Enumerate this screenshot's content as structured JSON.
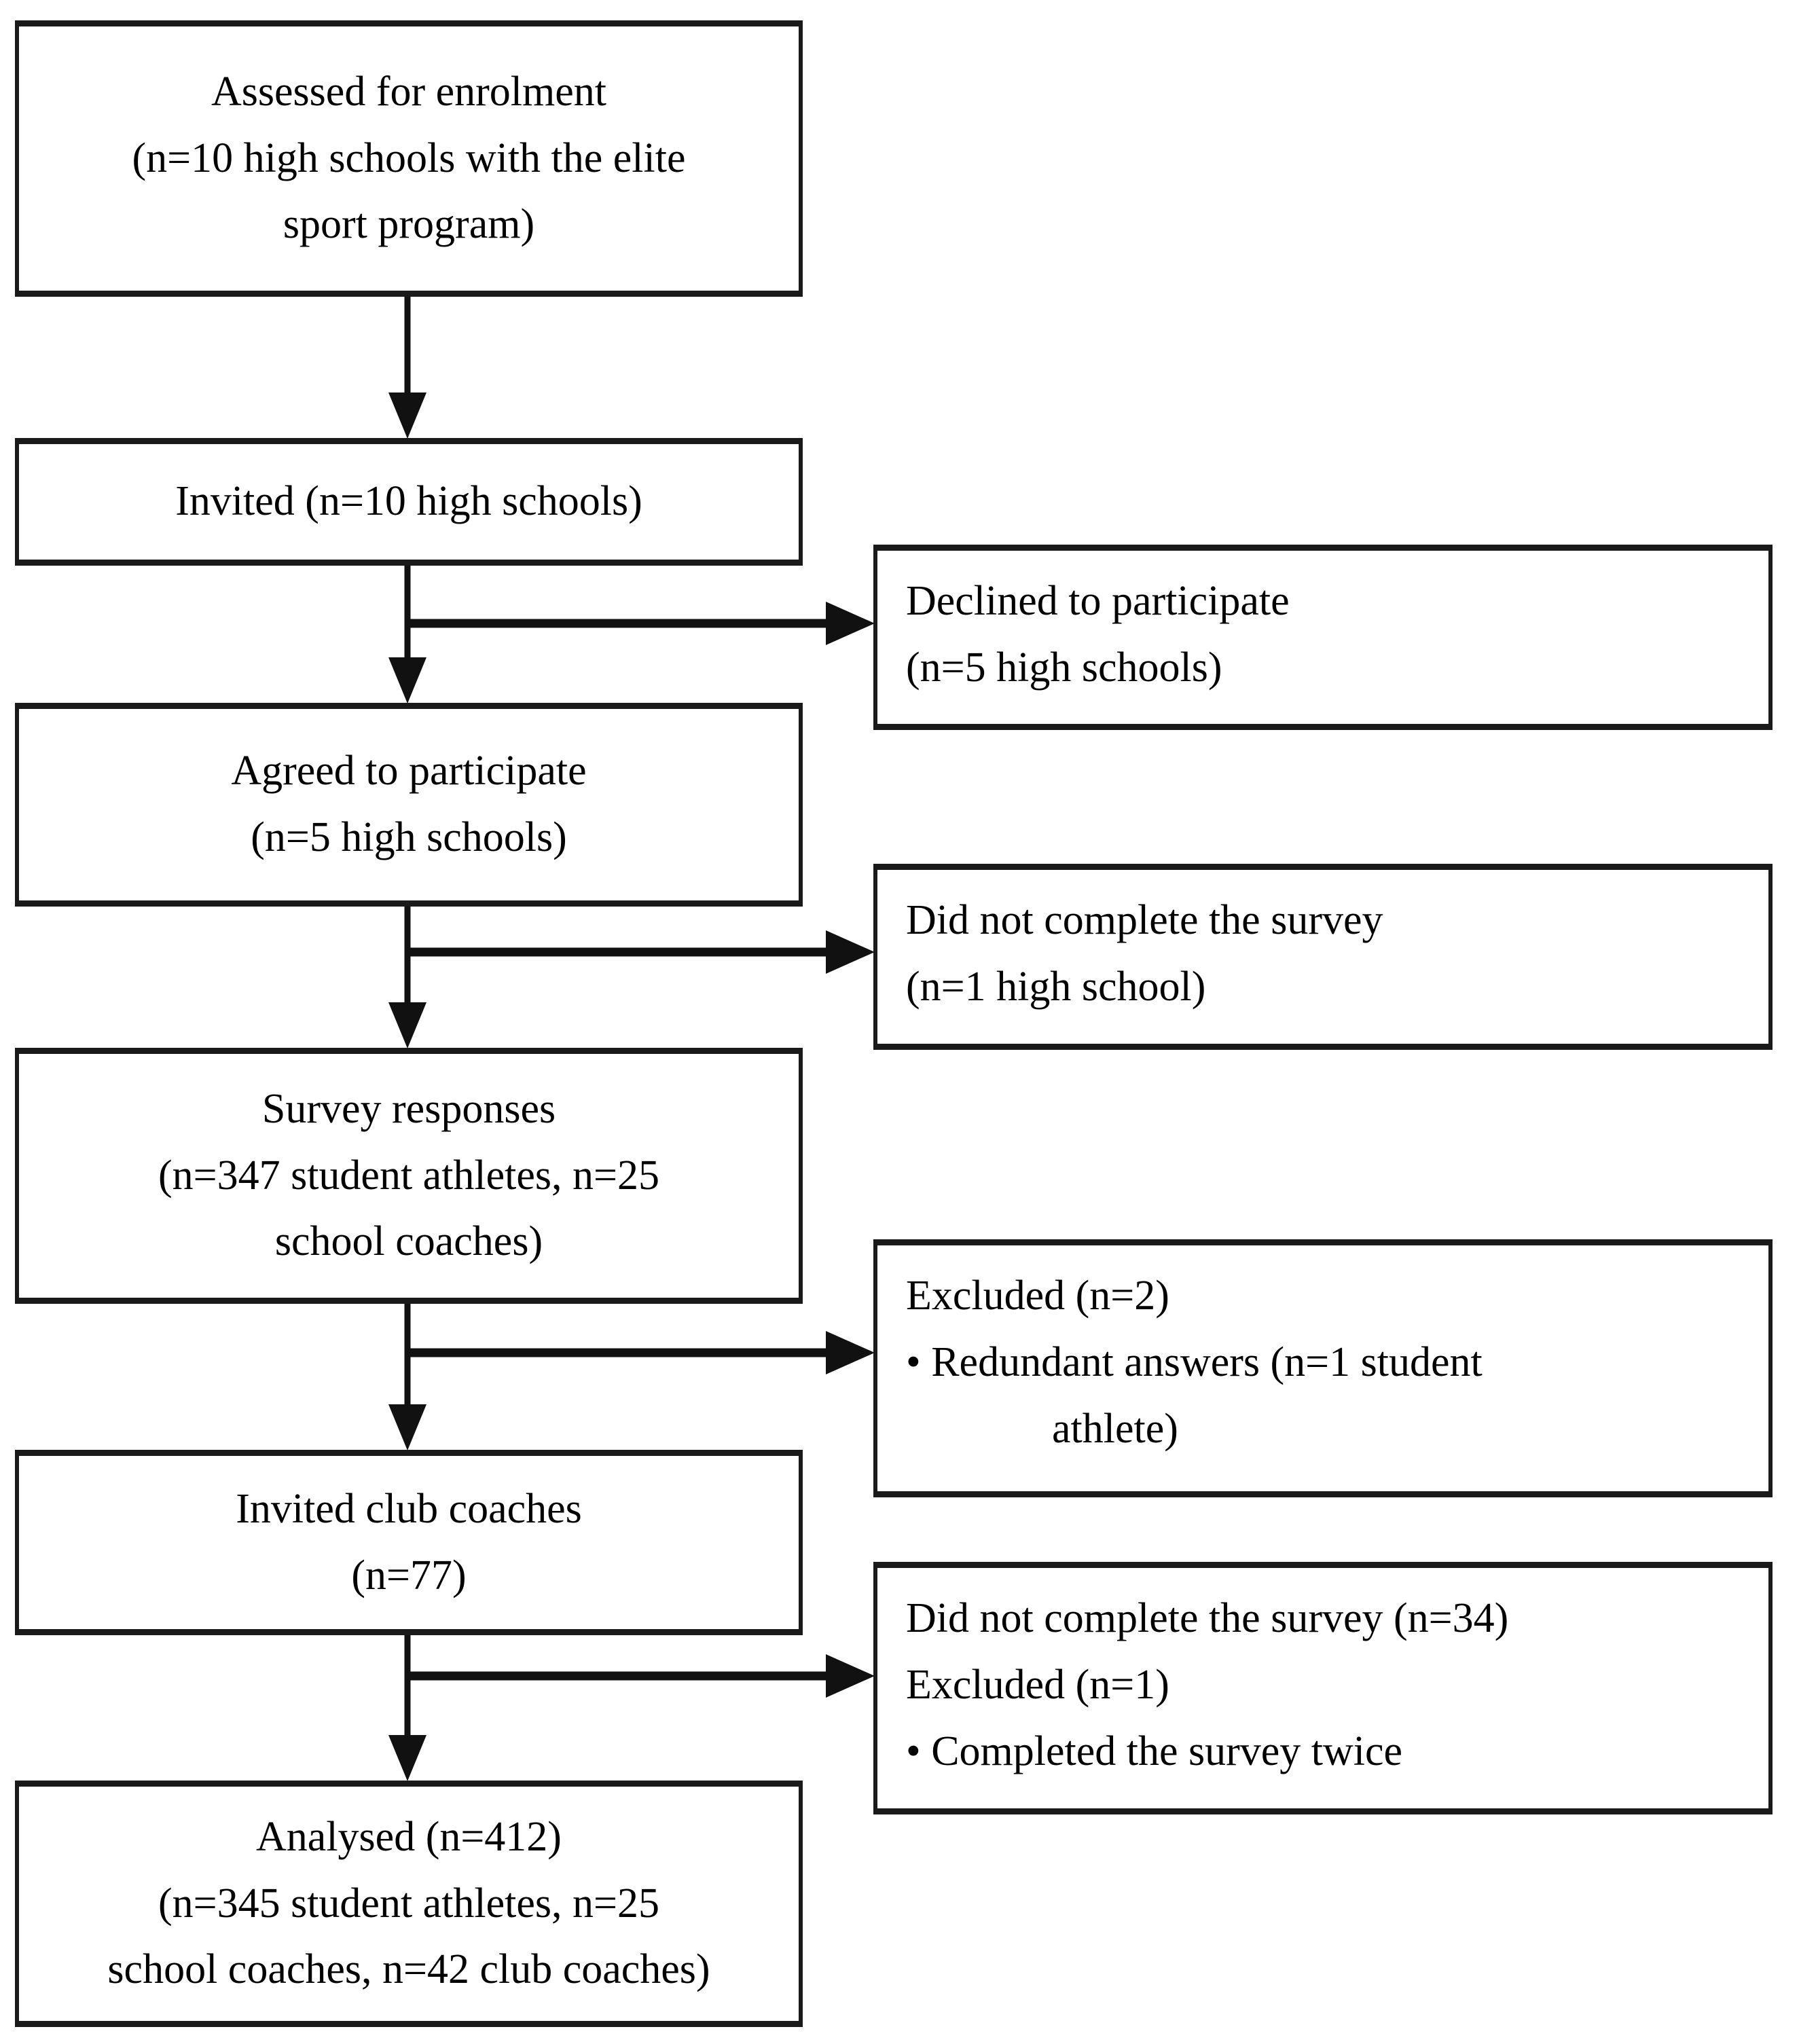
{
  "colors": {
    "background": "#ffffff",
    "box_border": "#1a1a1a",
    "text": "#000000",
    "connector": "#111111"
  },
  "diagram": {
    "main_boxes": [
      {
        "name": "assessed",
        "lines": [
          "Assessed for enrolment",
          "(n=10 high schools with the elite",
          "sport program)"
        ]
      },
      {
        "name": "invited",
        "lines": [
          "Invited (n=10 high schools)"
        ]
      },
      {
        "name": "agreed",
        "lines": [
          "Agreed to participate",
          "(n=5 high schools)"
        ]
      },
      {
        "name": "survey-responses",
        "lines": [
          "Survey responses",
          "(n=347 student athletes, n=25",
          "school coaches)"
        ]
      },
      {
        "name": "invited-club-coaches",
        "lines": [
          "Invited club coaches",
          "(n=77)"
        ]
      },
      {
        "name": "analysed",
        "lines": [
          "Analysed (n=412)",
          "(n=345 student athletes, n=25",
          "school coaches, n=42 club coaches)"
        ]
      }
    ],
    "side_boxes": [
      {
        "name": "declined",
        "lines": [
          "Declined to participate",
          "(n=5 high schools)"
        ]
      },
      {
        "name": "did-not-complete-survey-1",
        "lines": [
          "Did not complete the survey",
          "(n=1 high school)"
        ]
      },
      {
        "name": "excluded-2",
        "lines": [
          "Excluded (n=2)",
          "• Redundant answers (n=1 student",
          "athlete)"
        ]
      },
      {
        "name": "did-not-complete-survey-2",
        "lines": [
          "Did not complete the survey (n=34)",
          "Excluded (n=1)",
          "• Completed the survey twice"
        ]
      }
    ]
  }
}
